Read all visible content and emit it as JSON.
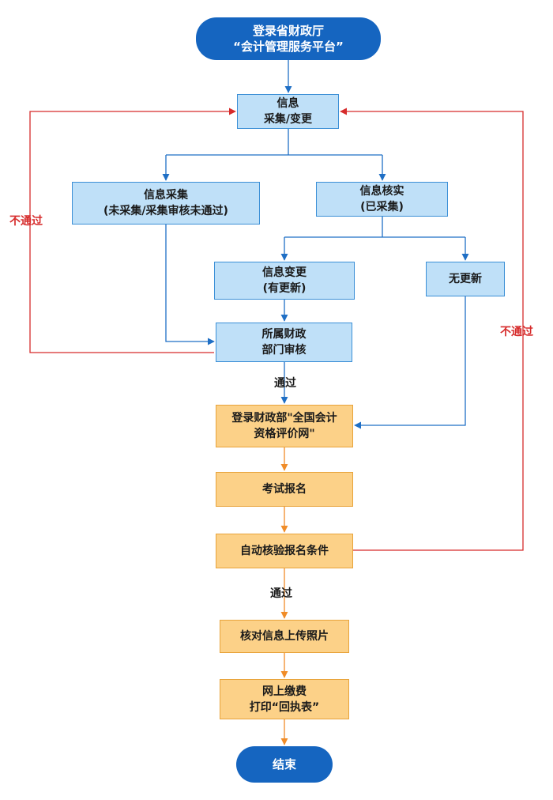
{
  "nodes": {
    "start": [
      "登录省财政厅",
      "“会计管理服务平台”"
    ],
    "info_collect_change": [
      "信息",
      "采集/变更"
    ],
    "info_collect": [
      "信息采集",
      "(未采集/采集审核未通过)"
    ],
    "info_verify": [
      "信息核实",
      "(已采集)"
    ],
    "info_change": [
      "信息变更",
      "(有更新)"
    ],
    "no_update": [
      "无更新"
    ],
    "dept_review": [
      "所属财政",
      "部门审核"
    ],
    "login_national": [
      "登录财政部\"全国会计",
      "资格评价网\""
    ],
    "exam_register": [
      "考试报名"
    ],
    "auto_check": [
      "自动核验报名条件"
    ],
    "check_upload_photo": [
      "核对信息上传照片"
    ],
    "pay_print": [
      "网上缴费",
      "打印“回执表”"
    ],
    "end": [
      "结束"
    ]
  },
  "labels": {
    "pass_1": "通过",
    "pass_2": "通过",
    "fail_left": "不通过",
    "fail_right": "不通过"
  },
  "colors": {
    "terminal": "#1565c0",
    "blue_box_fill": "#bfe0f8",
    "blue_box_border": "#3b8fd6",
    "orange_box_fill": "#fcd188",
    "orange_box_border": "#e8a33a",
    "blue_arrow": "#1f6fc5",
    "orange_arrow": "#f08c28",
    "fail_line": "#d62b2b"
  }
}
